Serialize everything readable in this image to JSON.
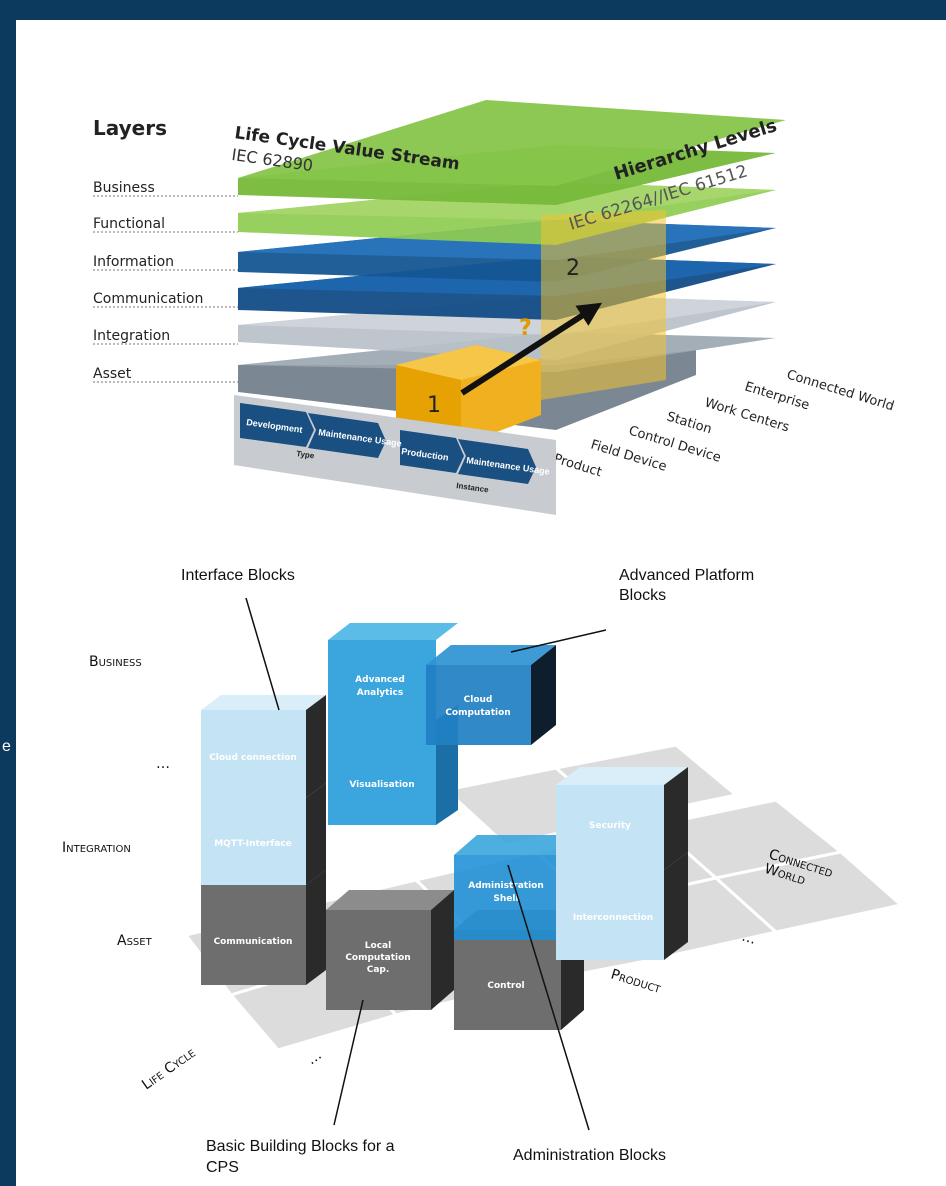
{
  "edge_fragment": "e",
  "top_diagram": {
    "layers_title": "Layers",
    "layers": [
      "Business",
      "Functional",
      "Information",
      "Communication",
      "Integration",
      "Asset"
    ],
    "lifecycle_title": "Life Cycle Value Stream",
    "lifecycle_standard": "IEC 62890",
    "hierarchy_title": "Hierarchy Levels",
    "hierarchy_standard": "IEC 62264//IEC 61512",
    "hierarchy_levels": [
      "Connected World",
      "Enterprise",
      "Work Centers",
      "Station",
      "Control Device",
      "Field Device",
      "Product"
    ],
    "lifecycle_stages": {
      "development": "Development",
      "maintenance_usage_1": "Maintenance Usage",
      "type": "Type",
      "production": "Production",
      "maintenance_usage_2": "Maintenance Usage",
      "instance": "Instance"
    },
    "marker_1": "1",
    "marker_2": "2",
    "marker_q": "?",
    "colors": {
      "green_layer": "#7fc241",
      "blue_layer": "#1a5a9a",
      "grey_layer": "#a9b3bd",
      "highlight": "#f2b400"
    }
  },
  "bottom_diagram": {
    "callouts": {
      "interface_blocks": "Interface Blocks",
      "advanced_platform_blocks_line1": "Advanced Platform",
      "advanced_platform_blocks_line2": "Blocks",
      "basic_blocks_line1": "Basic Building Blocks for a",
      "basic_blocks_line2": "CPS",
      "administration_blocks": "Administration Blocks"
    },
    "axis_labels": {
      "business": "Business",
      "dots_left": "…",
      "integration": "Integration",
      "asset": "Asset",
      "life_cycle": "Life Cycle",
      "dots_bottom": "…",
      "connected_world_line1": "Connected",
      "connected_world_line2": "World",
      "dots_right": "…",
      "product": "Product"
    },
    "blocks": {
      "communication": "Communication",
      "local_computation_1": "Local",
      "local_computation_2": "Computation",
      "local_computation_3": "Cap.",
      "control": "Control",
      "mqtt_interface": "MQTT-Interface",
      "cloud_connection": "Cloud connection",
      "visualisation": "Visualisation",
      "advanced_analytics_1": "Advanced",
      "advanced_analytics_2": "Analytics",
      "cloud_computation_1": "Cloud",
      "cloud_computation_2": "Computation",
      "administration_shell_1": "Administration",
      "administration_shell_2": "Shell",
      "security": "Security",
      "interconnection": "Interconnection"
    },
    "colors": {
      "dark_block": "#6b6b6b",
      "light_blue_block": "#bfe0f2",
      "mid_blue_block": "#3aa6dd",
      "deep_blue_block": "#1276b8"
    }
  }
}
